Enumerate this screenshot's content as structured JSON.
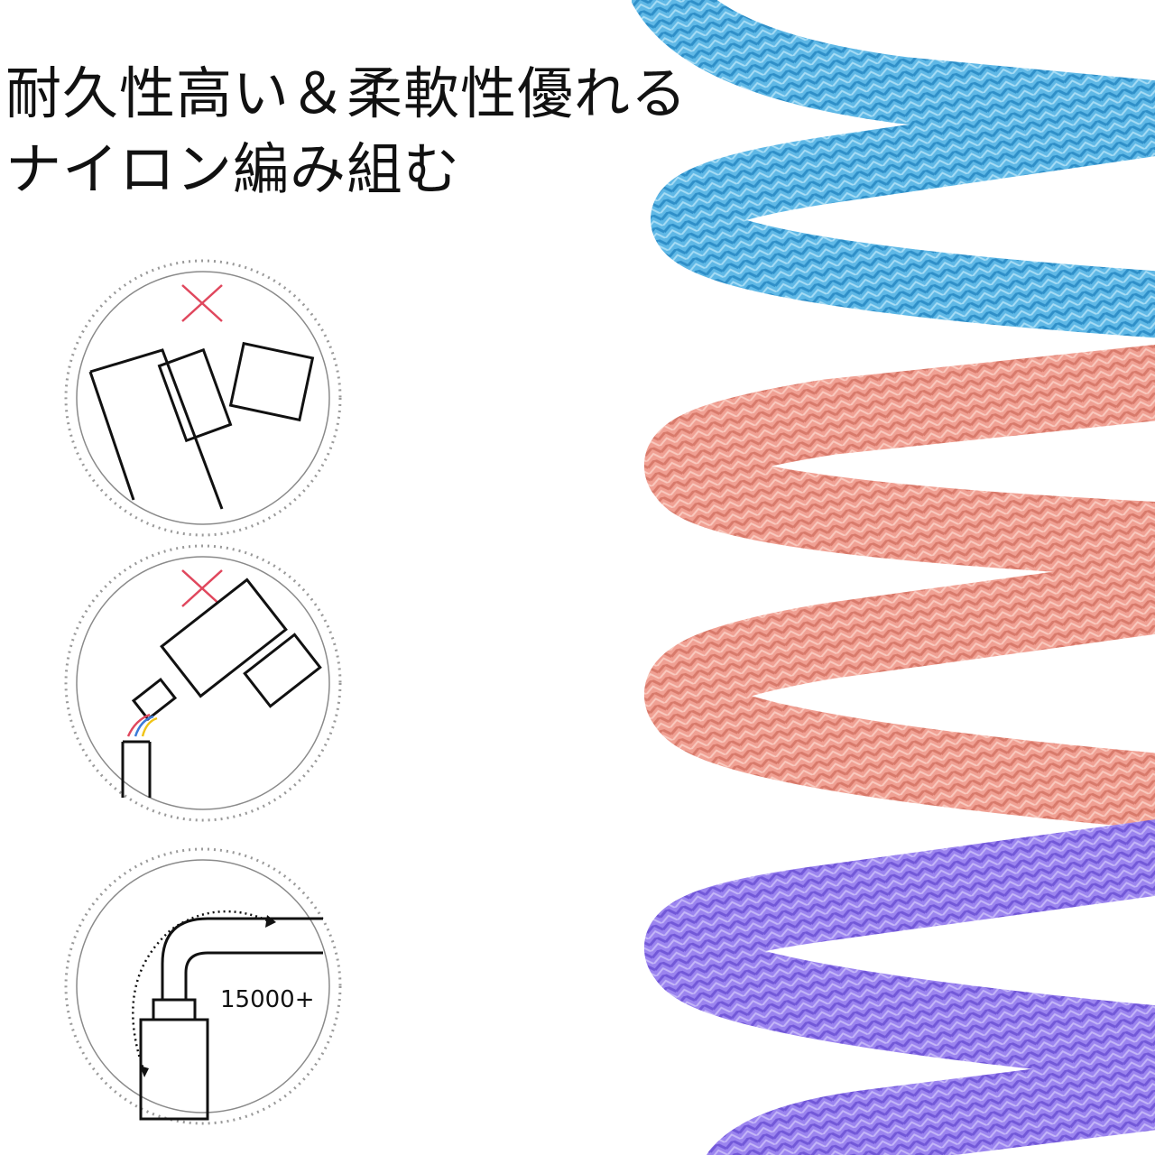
{
  "headline": {
    "line1": "耐久性高い＆柔軟性優れる",
    "line2": "ナイロン編み組む"
  },
  "badges": {
    "bend_count": "15000+"
  },
  "colors": {
    "cable_blue": "#5fb8e6",
    "cable_pink": "#f0a093",
    "cable_purple": "#9b84ef",
    "cross_mark": "#e0475d"
  }
}
